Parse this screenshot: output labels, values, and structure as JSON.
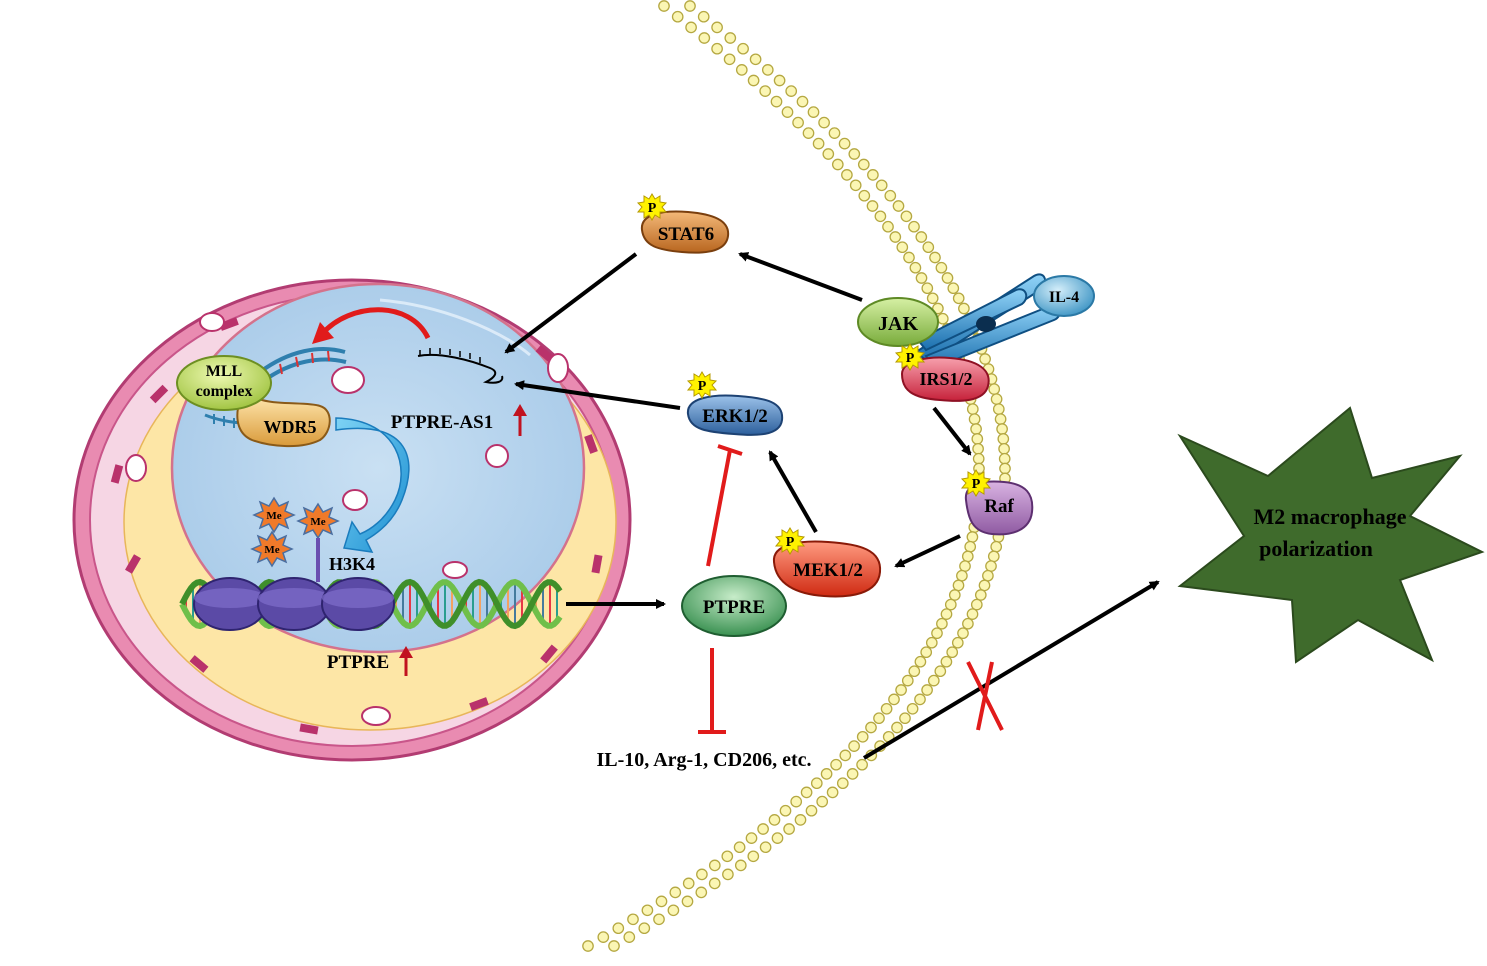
{
  "labels": {
    "stat6": "STAT6",
    "jak": "JAK",
    "il4": "IL-4",
    "irs": "IRS1/2",
    "raf": "Raf",
    "erk": "ERK1/2",
    "mek": "MEK1/2",
    "ptpre_protein": "PTPRE",
    "ptpre_gene": "PTPRE",
    "ptpre_as1": "PTPRE-AS1",
    "mll_line1": "MLL",
    "mll_line2": "complex",
    "wdr5": "WDR5",
    "h3k4": "H3K4",
    "me": "Me",
    "phospho": "P",
    "markers": "IL-10, Arg-1, CD206, etc.",
    "m2_line1": "M2 macrophage",
    "m2_line2": "polarization"
  },
  "colors": {
    "stat6": "#d9893a",
    "jak": "#9acd54",
    "receptor": "#3a9ad6",
    "il4": "#7cc3e6",
    "irs": "#e0455a",
    "raf": "#b07cc0",
    "erk": "#4f86c2",
    "mek": "#f0553a",
    "ptpre": "#5bb06a",
    "starburst": "#3e6b2c",
    "phospho": "#fff200",
    "inhibit": "#e11b1b",
    "membrane_bead": "#fbf6b4",
    "nucleoplasm": "#bfd8ee",
    "cytoplasm": "#fde6a6",
    "outer_membrane": "#e57fa8"
  }
}
